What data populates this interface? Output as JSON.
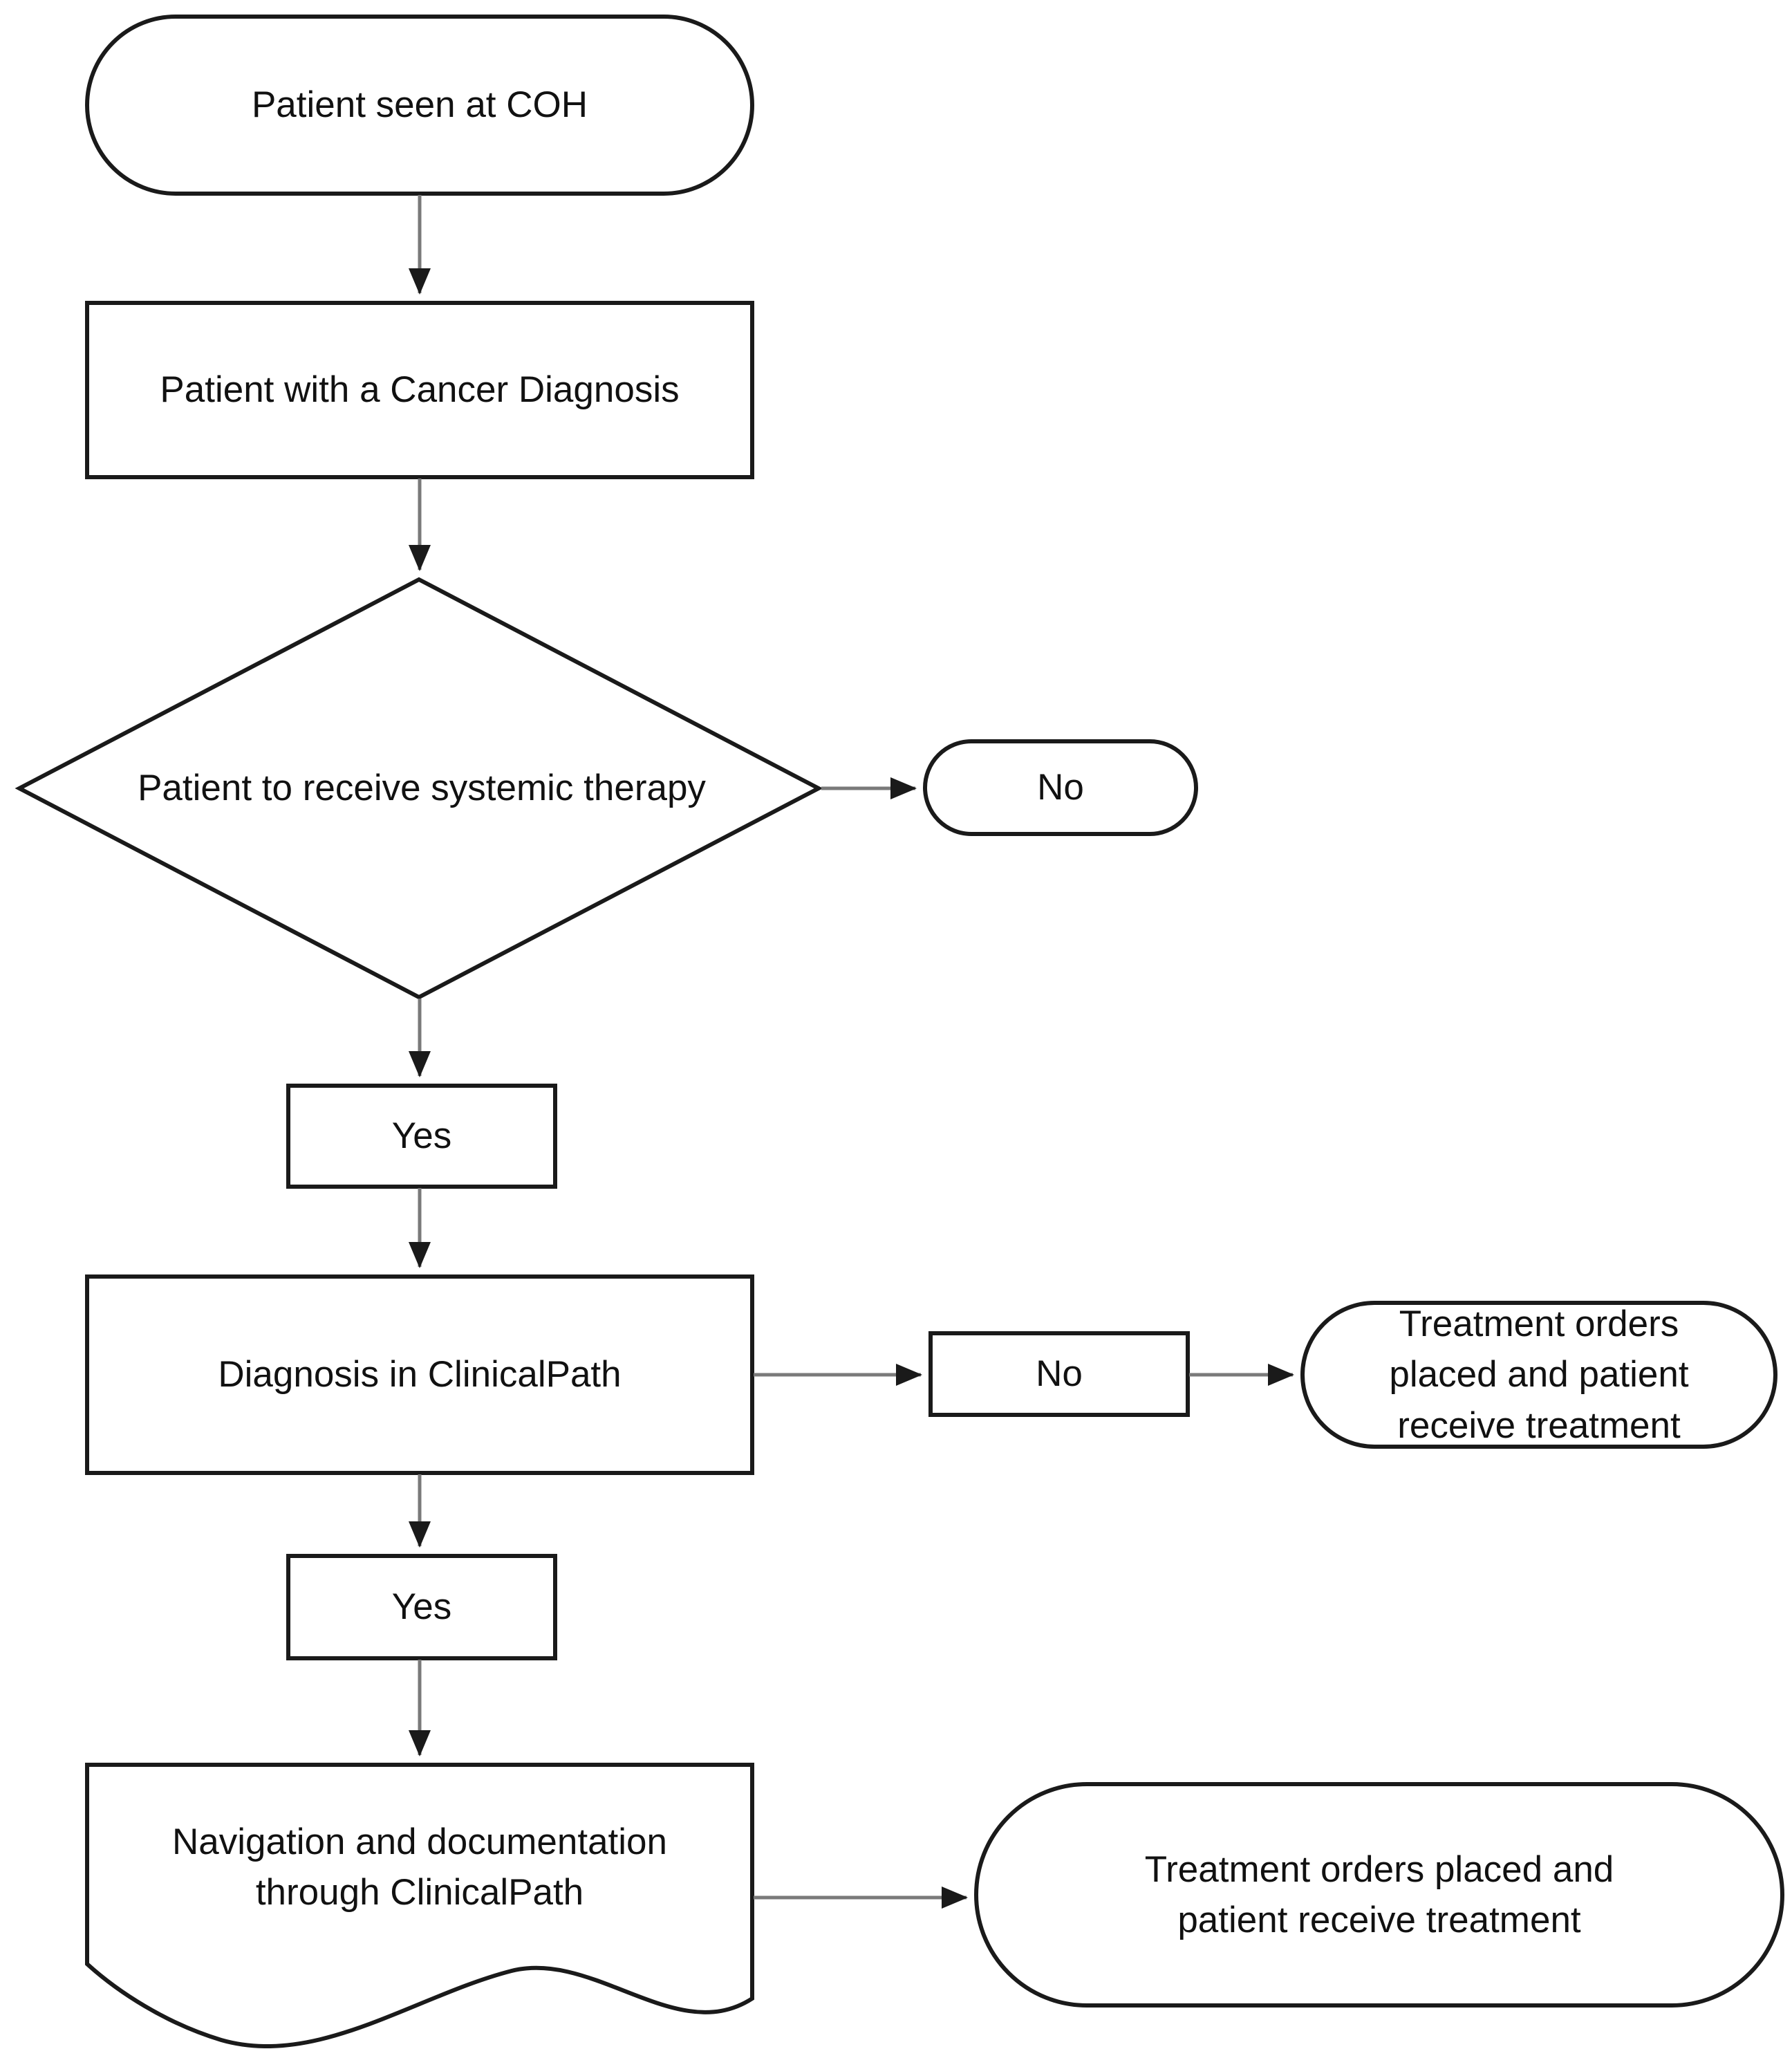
{
  "diagram": {
    "type": "flowchart",
    "orientation": "top-to-bottom",
    "stroke_color": "#1a1a1a",
    "fill_color": "#ffffff",
    "text_color": "#111111",
    "connector_color": "#7a7a7a",
    "nodes": [
      {
        "id": "start",
        "shape": "stadium",
        "label": "Patient seen at COH"
      },
      {
        "id": "cancer-diagnosis",
        "shape": "rectangle",
        "label": "Patient with a Cancer Diagnosis"
      },
      {
        "id": "systemic-therapy-decision",
        "shape": "diamond",
        "label": "Patient to receive systemic therapy"
      },
      {
        "id": "systemic-therapy-no",
        "shape": "stadium",
        "label": "No"
      },
      {
        "id": "systemic-therapy-yes",
        "shape": "rectangle",
        "label": "Yes"
      },
      {
        "id": "diagnosis-in-clinicalpath",
        "shape": "rectangle",
        "label": "Diagnosis in ClinicalPath"
      },
      {
        "id": "clinicalpath-no",
        "shape": "rectangle",
        "label": "No"
      },
      {
        "id": "treatment-orders-1",
        "shape": "stadium",
        "label": "Treatment orders\nplaced and patient\nreceive treatment"
      },
      {
        "id": "clinicalpath-yes",
        "shape": "rectangle",
        "label": "Yes"
      },
      {
        "id": "navigation-documentation",
        "shape": "document",
        "label": "Navigation and documentation\nthrough ClinicalPath"
      },
      {
        "id": "treatment-orders-2",
        "shape": "stadium",
        "label": "Treatment orders placed and\npatient receive treatment"
      }
    ],
    "edges": [
      {
        "from": "start",
        "to": "cancer-diagnosis",
        "direction": "down",
        "label": ""
      },
      {
        "from": "cancer-diagnosis",
        "to": "systemic-therapy-decision",
        "direction": "down",
        "label": ""
      },
      {
        "from": "systemic-therapy-decision",
        "to": "systemic-therapy-no",
        "direction": "right",
        "label": ""
      },
      {
        "from": "systemic-therapy-decision",
        "to": "systemic-therapy-yes",
        "direction": "down",
        "label": ""
      },
      {
        "from": "systemic-therapy-yes",
        "to": "diagnosis-in-clinicalpath",
        "direction": "down",
        "label": ""
      },
      {
        "from": "diagnosis-in-clinicalpath",
        "to": "clinicalpath-no",
        "direction": "right",
        "label": ""
      },
      {
        "from": "clinicalpath-no",
        "to": "treatment-orders-1",
        "direction": "right",
        "label": ""
      },
      {
        "from": "diagnosis-in-clinicalpath",
        "to": "clinicalpath-yes",
        "direction": "down",
        "label": ""
      },
      {
        "from": "clinicalpath-yes",
        "to": "navigation-documentation",
        "direction": "down",
        "label": ""
      },
      {
        "from": "navigation-documentation",
        "to": "treatment-orders-2",
        "direction": "right",
        "label": ""
      }
    ]
  }
}
